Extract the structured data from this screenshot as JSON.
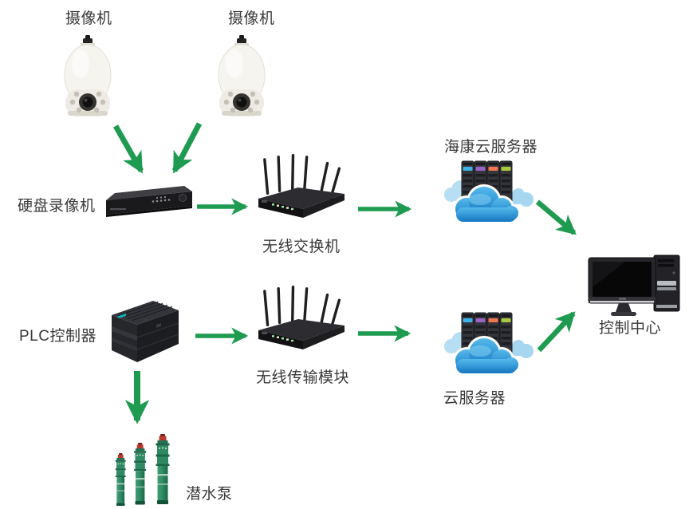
{
  "diagram": {
    "title": "",
    "background": "#ffffff",
    "nodes": [
      {
        "id": "camera-1",
        "label": "摄像机",
        "type": "ptz-camera"
      },
      {
        "id": "camera-2",
        "label": "摄像机",
        "type": "ptz-camera"
      },
      {
        "id": "dvr",
        "label": "硬盘录像机",
        "type": "hard-disk-video-recorder"
      },
      {
        "id": "wireless-switch",
        "label": "无线交换机",
        "type": "wireless-router"
      },
      {
        "id": "hikvision-cloud-server",
        "label": "海康云服务器",
        "type": "cloud-server"
      },
      {
        "id": "plc-controller",
        "label": "PLC控制器",
        "type": "plc"
      },
      {
        "id": "wireless-transmission-module",
        "label": "无线传输模块",
        "type": "wireless-router"
      },
      {
        "id": "cloud-server",
        "label": "云服务器",
        "type": "cloud-server"
      },
      {
        "id": "control-center",
        "label": "控制中心",
        "type": "desktop-computer"
      },
      {
        "id": "submersible-pump",
        "label": "潜水泵",
        "type": "pump-group"
      }
    ],
    "edges": [
      {
        "from": "camera-1",
        "to": "dvr"
      },
      {
        "from": "camera-2",
        "to": "dvr"
      },
      {
        "from": "dvr",
        "to": "wireless-switch"
      },
      {
        "from": "wireless-switch",
        "to": "hikvision-cloud-server"
      },
      {
        "from": "hikvision-cloud-server",
        "to": "control-center"
      },
      {
        "from": "plc-controller",
        "to": "wireless-transmission-module"
      },
      {
        "from": "wireless-transmission-module",
        "to": "cloud-server"
      },
      {
        "from": "cloud-server",
        "to": "control-center"
      },
      {
        "from": "plc-controller",
        "to": "submersible-pump"
      }
    ]
  },
  "colors": {
    "arrow-green": "#1e9b50",
    "text-color": "#3a3a3a",
    "cloud-blue-top": "#55b9ec",
    "cloud-blue-bottom": "#1477c0",
    "server-stripe-blue": "#3db3e8",
    "server-stripe-purple": "#9a62c4",
    "server-stripe-orange": "#f2764e",
    "server-stripe-green": "#abc93c",
    "pump-green": "#2f8a63",
    "pump-cap-red": "#b8392e",
    "device-black": "#1a1a1d",
    "camera-white": "#f6f4ef"
  }
}
